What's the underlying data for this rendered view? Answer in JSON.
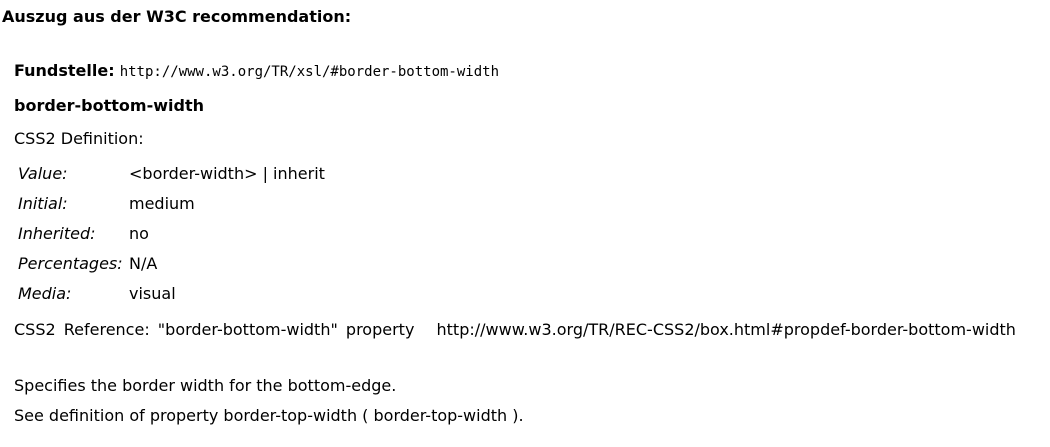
{
  "heading": "Auszug aus der W3C recommendation:",
  "source": {
    "label": "Fundstelle:",
    "url": "http://www.w3.org/TR/xsl/#border-bottom-width"
  },
  "property_name": "border-bottom-width",
  "css2_definition_label": "CSS2 Definition:",
  "definition": {
    "value_key": "Value:",
    "value_val": "<border-width> | inherit",
    "initial_key": "Initial:",
    "initial_val": "medium",
    "inherited_key": "Inherited:",
    "inherited_val": "no",
    "percentages_key": "Percentages:",
    "percentages_val": "N/A",
    "media_key": "Media:",
    "media_val": "visual"
  },
  "reference": {
    "text": "CSS2 Reference: \"border-bottom-width\" property",
    "url": "http://www.w3.org/TR/REC-CSS2/box.html#propdef-border-bottom-width"
  },
  "description": "Specifies the border width for the bottom-edge.",
  "see_also": "See definition of property border-top-width ( border-top-width )."
}
